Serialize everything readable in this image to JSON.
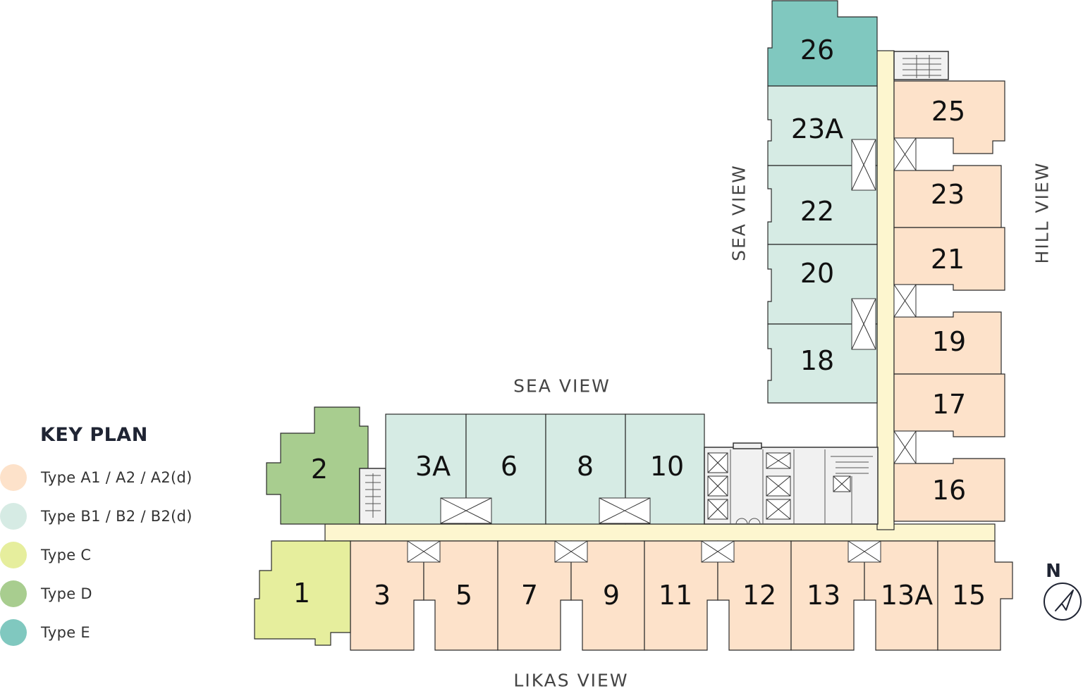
{
  "legend": {
    "title": "KEY PLAN",
    "items": [
      {
        "label": "Type A1 / A2 / A2(d)",
        "color": "#fde2ca"
      },
      {
        "label": "Type B1 / B2 / B2(d)",
        "color": "#d6ebe4"
      },
      {
        "label": "Type C",
        "color": "#e6ee9d"
      },
      {
        "label": "Type D",
        "color": "#a8cd8f"
      },
      {
        "label": "Type E",
        "color": "#80c8bf"
      }
    ]
  },
  "views": {
    "sea_top": "SEA VIEW",
    "sea_side": "SEA VIEW",
    "hill": "HILL VIEW",
    "likas": "LIKAS VIEW"
  },
  "compass": {
    "label": "N"
  },
  "units": {
    "u1": "1",
    "u2": "2",
    "u3": "3",
    "u3a": "3A",
    "u5": "5",
    "u6": "6",
    "u7": "7",
    "u8": "8",
    "u9": "9",
    "u10": "10",
    "u11": "11",
    "u12": "12",
    "u13": "13",
    "u13a": "13A",
    "u15": "15",
    "u16": "16",
    "u17": "17",
    "u18": "18",
    "u19": "19",
    "u20": "20",
    "u21": "21",
    "u22": "22",
    "u23": "23",
    "u23a": "23A",
    "u25": "25",
    "u26": "26"
  }
}
